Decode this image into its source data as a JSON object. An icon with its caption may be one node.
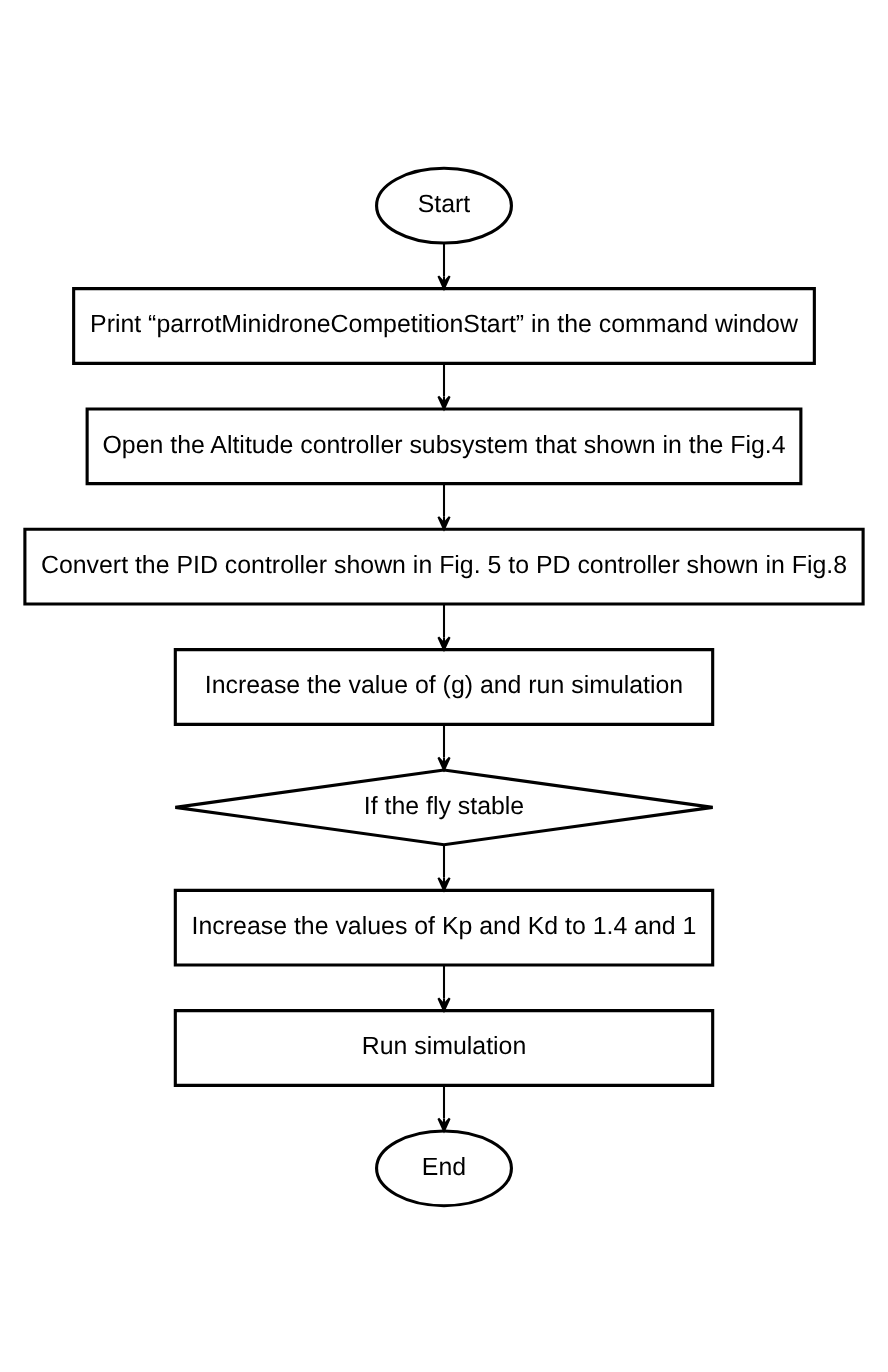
{
  "diagram": {
    "nodes": [
      {
        "text": [
          "Start"
        ]
      },
      {
        "text": [
          "Print “parrotMinidroneCompetitionStart” in the command window"
        ]
      },
      {
        "text": [
          "Open the Altitude controller subsystem that shown in the Fig.4"
        ]
      },
      {
        "text": [
          "Convert the PID controller shown in Fig. 5 to PD controller shown in Fig.8"
        ]
      },
      {
        "text": [
          "Increase the value of (g) and run simulation"
        ]
      },
      {
        "text": [
          "If the fly stable"
        ]
      },
      {
        "text": [
          "Increase the values of Kp and Kd to 1.4 and 1"
        ]
      },
      {
        "text": [
          "Run simulation"
        ]
      },
      {
        "text": [
          "End"
        ]
      }
    ],
    "edges": [
      {
        "from": 0,
        "to": 1,
        "arrow": "to"
      },
      {
        "from": 1,
        "to": 2,
        "arrow": "to"
      },
      {
        "from": 2,
        "to": 3,
        "arrow": "to"
      },
      {
        "from": 3,
        "to": 4,
        "arrow": "to"
      },
      {
        "from": 4,
        "to": 5,
        "arrow": "to"
      },
      {
        "from": 5,
        "to": 6,
        "arrow": "to"
      },
      {
        "from": 6,
        "to": 7,
        "arrow": "to"
      },
      {
        "from": 7,
        "to": 8,
        "arrow": "to"
      }
    ]
  }
}
